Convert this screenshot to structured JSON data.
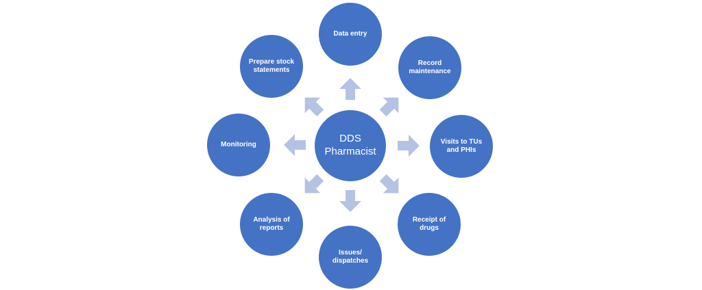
{
  "colors": {
    "node": "#4472C4",
    "arrow": "#B4C3E3",
    "background": "#FFFFFF"
  },
  "center": {
    "line1": "DDS",
    "line2": "Pharmacist"
  },
  "nodes": [
    {
      "id": "data-entry",
      "label": "Data entry"
    },
    {
      "id": "record-maintenance",
      "label": "Record\nmaintenance"
    },
    {
      "id": "visits-to-tus-and-phis",
      "label": "Visits to TUs\nand PHIs"
    },
    {
      "id": "receipt-of-drugs",
      "label": "Receipt of\ndrugs"
    },
    {
      "id": "issues-dispatches",
      "label": "Issues/\ndispatches"
    },
    {
      "id": "analysis-of-reports",
      "label": "Analysis of\nreports"
    },
    {
      "id": "monitoring",
      "label": "Monitoring"
    },
    {
      "id": "prepare-stock-statements",
      "label": "Prepare stock\nstatements"
    }
  ]
}
